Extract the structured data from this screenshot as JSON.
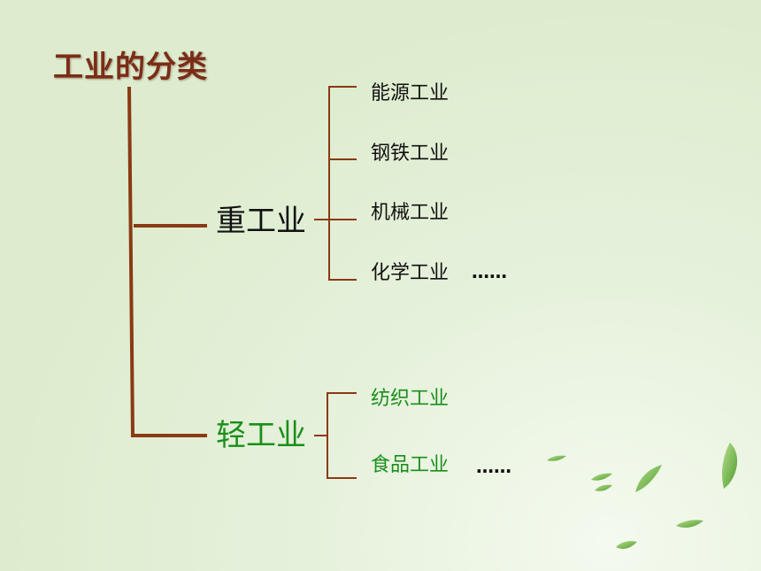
{
  "title": "工业的分类",
  "heavy": {
    "label": "重工业",
    "items": [
      "能源工业",
      "钢铁工业",
      "机械工业",
      "化学工业"
    ],
    "ellipsis": "……"
  },
  "light": {
    "label": "轻工业",
    "items": [
      "纺织工业",
      "食品工业"
    ],
    "ellipsis": "……"
  },
  "colors": {
    "connector": "#8a3a14",
    "heavy_text": "#111111",
    "light_text": "#1a8f1a",
    "title": "#7a2d16",
    "leaf_decoration": "#7fbf55"
  }
}
